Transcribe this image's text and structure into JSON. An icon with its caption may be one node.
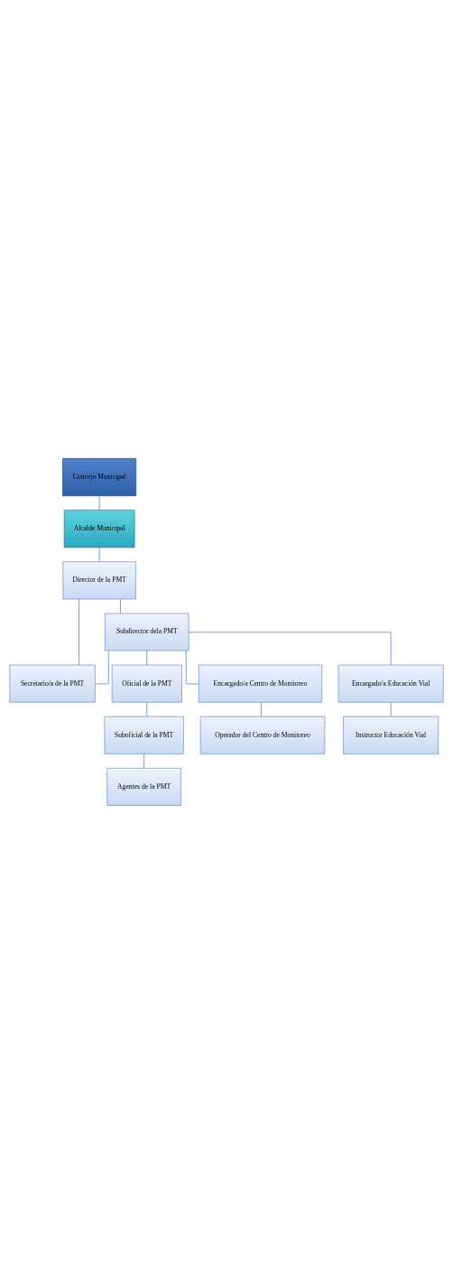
{
  "diagram": {
    "nodes": [
      {
        "text": [
          "Concejo Municipal"
        ]
      },
      {
        "text": [
          "Alcalde Municipal"
        ]
      },
      {
        "text": [
          "Director de la PMT"
        ]
      },
      {
        "text": [
          "Secretario/a de la PMT"
        ]
      },
      {
        "text": [
          "Subdirector dela PMT"
        ]
      },
      {
        "text": [
          "Oficial de la PMT"
        ]
      },
      {
        "text": [
          "Suboficial de la PMT"
        ]
      },
      {
        "text": [
          "Agentes de la PMT"
        ]
      },
      {
        "text": [
          "Encargado/a Centro de Monitoreo"
        ]
      },
      {
        "text": [
          "Operador del Centro de Monitoreo"
        ]
      },
      {
        "text": [
          "Encargado/a Educación Vial"
        ]
      },
      {
        "text": [
          "Instructor Educación Vial"
        ]
      }
    ],
    "edges": [
      {
        "from": 0,
        "to": 1,
        "arrow": "none"
      },
      {
        "from": 1,
        "to": 2,
        "arrow": "none"
      },
      {
        "from": 2,
        "to": 4,
        "arrow": "none"
      },
      {
        "from": 2,
        "to": 3,
        "arrow": "none"
      },
      {
        "from": 4,
        "to": 3,
        "arrow": "none"
      },
      {
        "from": 4,
        "to": 5,
        "arrow": "none"
      },
      {
        "from": 4,
        "to": 8,
        "arrow": "none"
      },
      {
        "from": 4,
        "to": 10,
        "arrow": "none"
      },
      {
        "from": 5,
        "to": 6,
        "arrow": "none"
      },
      {
        "from": 6,
        "to": 7,
        "arrow": "none"
      },
      {
        "from": 8,
        "to": 9,
        "arrow": "none"
      },
      {
        "from": 10,
        "to": 11,
        "arrow": "none"
      }
    ]
  }
}
